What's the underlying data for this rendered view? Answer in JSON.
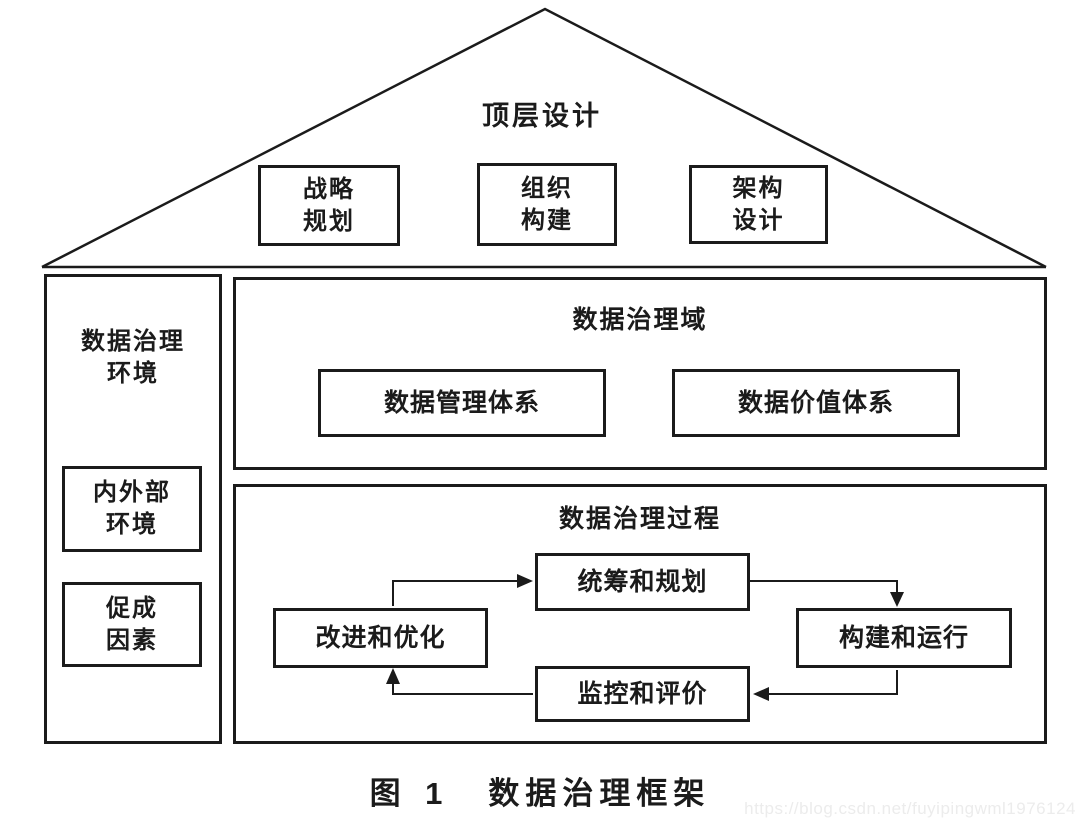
{
  "roof": {
    "label": "顶层设计",
    "boxes": [
      {
        "line1": "战略",
        "line2": "规划"
      },
      {
        "line1": "组织",
        "line2": "构建"
      },
      {
        "line1": "架构",
        "line2": "设计"
      }
    ]
  },
  "environment": {
    "title_line1": "数据治理",
    "title_line2": "环境",
    "boxes": [
      {
        "line1": "内外部",
        "line2": "环境"
      },
      {
        "line1": "促成",
        "line2": "因素"
      }
    ]
  },
  "domain": {
    "title": "数据治理域",
    "boxes": [
      {
        "label": "数据管理体系"
      },
      {
        "label": "数据价值体系"
      }
    ]
  },
  "process": {
    "title": "数据治理过程",
    "steps": {
      "top": "统筹和规划",
      "right": "构建和运行",
      "bottom": "监控和评价",
      "left": "改进和优化"
    }
  },
  "caption": {
    "figure_no": "图 1",
    "title": "数据治理框架"
  },
  "watermark": "https://blog.csdn.net/fuyipingwml1976124",
  "colors": {
    "line": "#1b1b1b",
    "text": "#1b1b1b",
    "watermark": "#ececec",
    "background": "#ffffff"
  }
}
